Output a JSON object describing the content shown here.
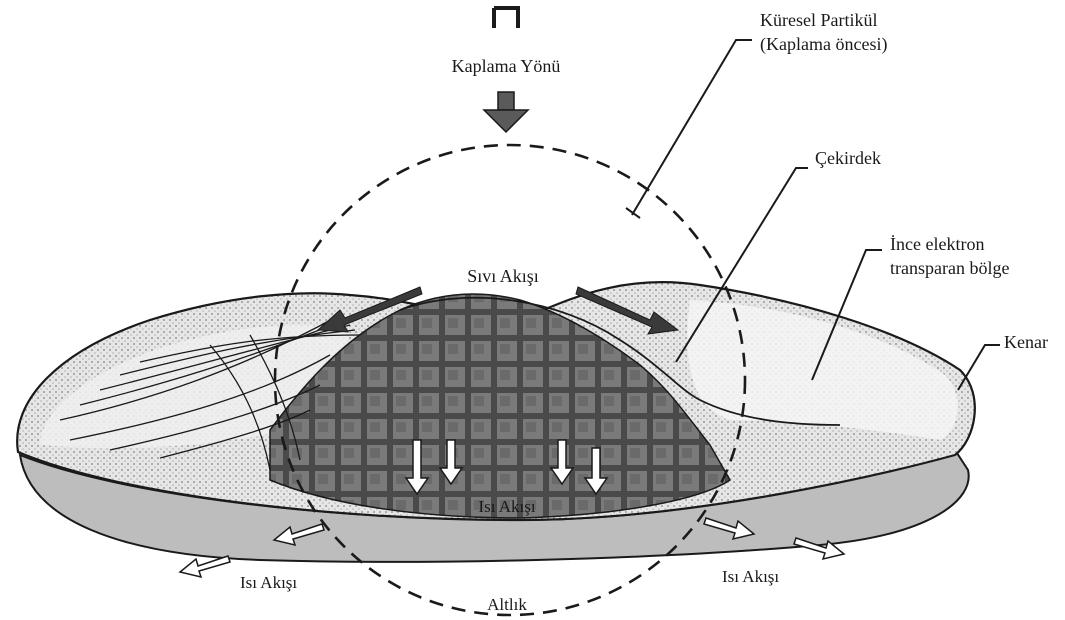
{
  "labels": {
    "coating_direction": "Kaplama Yönü",
    "spherical_particle_line1": "Küresel Partikül",
    "spherical_particle_line2": "(Kaplama öncesi)",
    "core": "Çekirdek",
    "thin_region_line1": "İnce elektron",
    "thin_region_line2": "transparan bölge",
    "edge": "Kenar",
    "liquid_flow": "Sıvı Akışı",
    "heat_flow_center": "Isı Akışı",
    "heat_flow_left": "Isı Akışı",
    "heat_flow_right": "Isı Akışı",
    "substrate": "Altlık"
  },
  "colors": {
    "line": "#1a1a1a",
    "core_fill": "#5a5a5a",
    "splat_fill": "#d8d8d8",
    "background": "#ffffff"
  }
}
